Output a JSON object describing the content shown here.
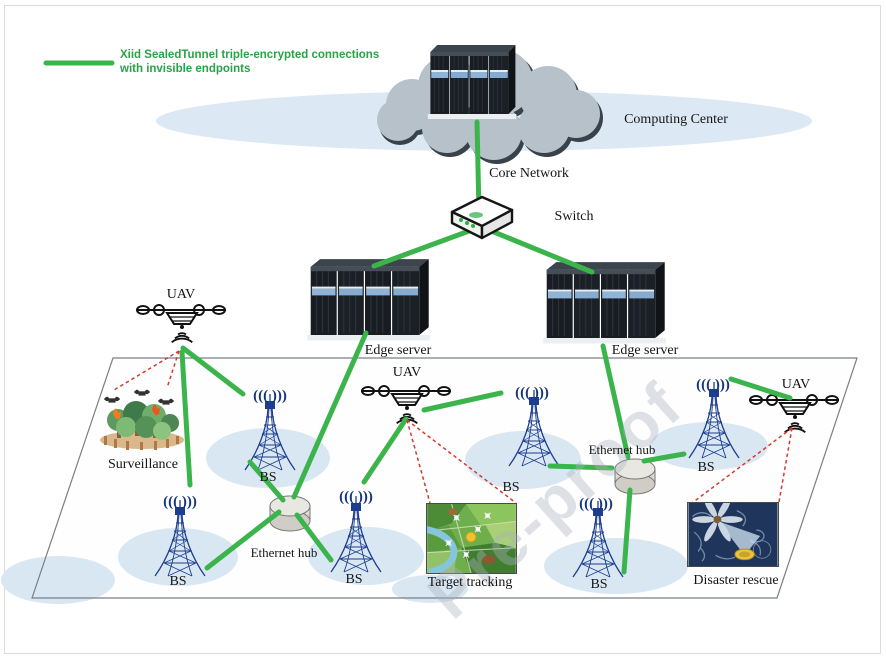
{
  "legend": {
    "text_line1": "Xiid SealedTunnel triple-encrypted connections",
    "text_line2": "with invisible endpoints"
  },
  "labels": {
    "computing_center": "Computing Center",
    "core_network": "Core Network",
    "switch": "Switch",
    "edge_server_left": "Edge server",
    "edge_server_right": "Edge server",
    "uav_left": "UAV",
    "uav_center": "UAV",
    "uav_right": "UAV",
    "surveillance": "Surveillance",
    "ethernet_hub_left": "Ethernet hub",
    "ethernet_hub_right": "Ethernet hub",
    "target_tracking": "Target tracking",
    "disaster_rescue": "Disaster rescue",
    "bs": [
      "BS",
      "BS",
      "BS",
      "BS",
      "BS",
      "BS"
    ]
  },
  "glyphs": {
    "signal": "((( )))"
  },
  "watermark": "Pre-proof",
  "colors": {
    "tunnel_green": "#3bb44c",
    "legend_text_green": "#27a348",
    "sensing_red": "#d03a2e",
    "coverage_blue": "#d9e7f3",
    "backdrop_blue": "#dce9f4",
    "cloud_gray": "#b6c1ca",
    "tower_blue": "#1d3e8f"
  }
}
